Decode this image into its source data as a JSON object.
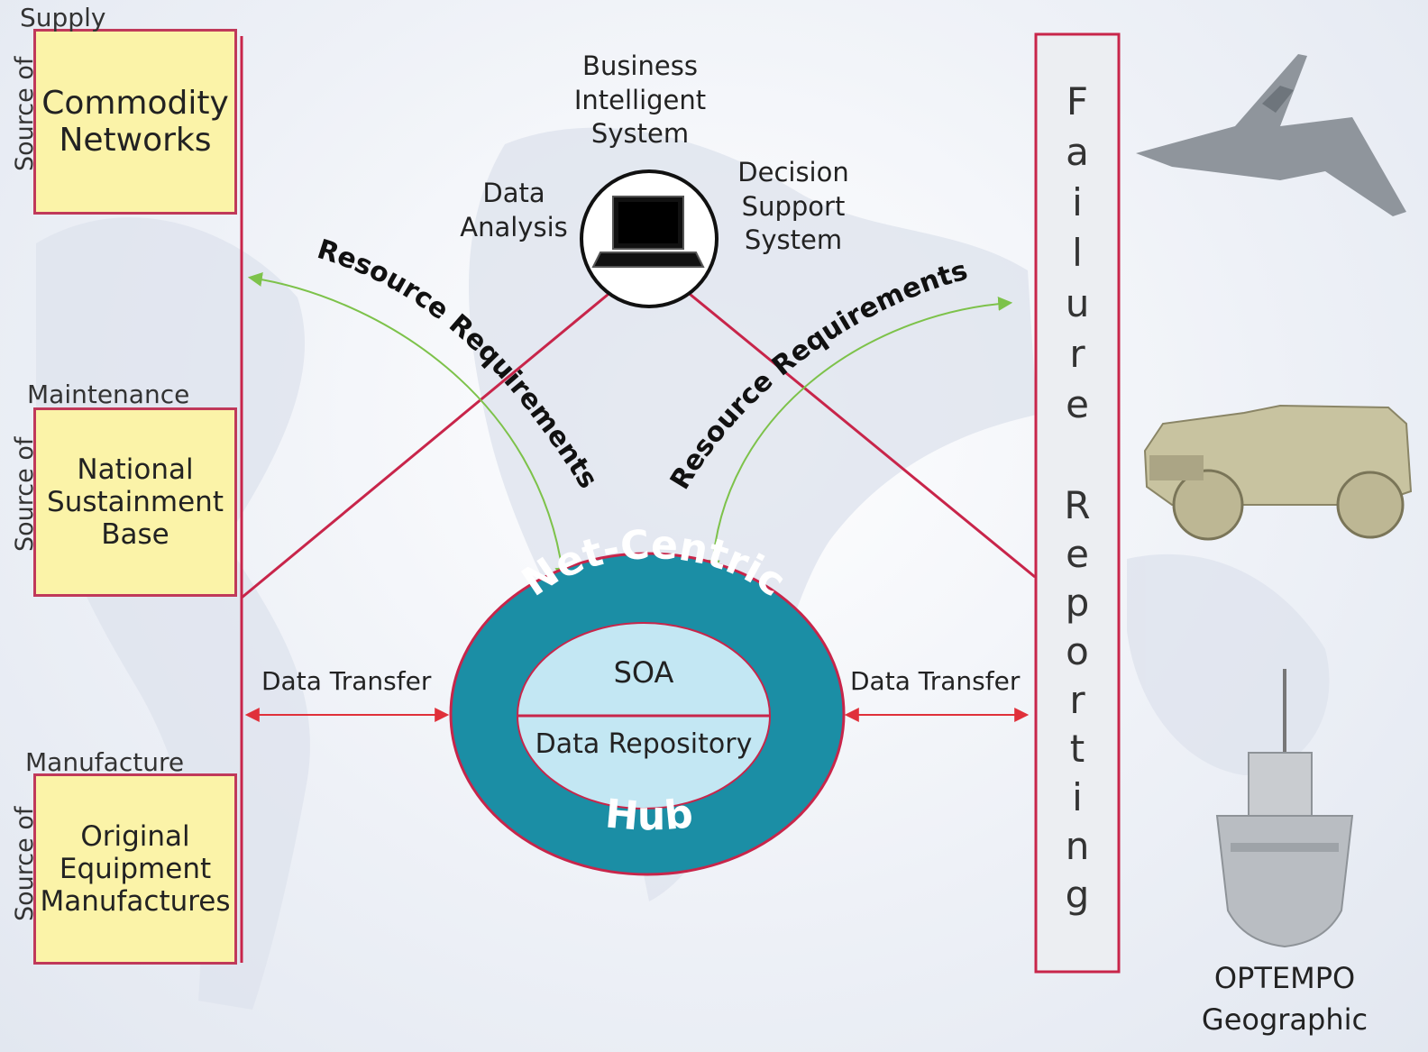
{
  "left_column": {
    "supply": {
      "source_label": "Source of",
      "category": "Supply",
      "box": "Commodity\nNetworks"
    },
    "maintenance": {
      "source_label": "Source of",
      "category": "Maintenance",
      "box": "National\nSustainment\nBase"
    },
    "manufacture": {
      "source_label": "Source of",
      "category": "Manufacture",
      "box": "Original\nEquipment\nManufactures"
    }
  },
  "top": {
    "bis": "Business\nIntelligent\nSystem",
    "data_analysis": "Data\nAnalysis",
    "dss": "Decision\nSupport\nSystem"
  },
  "arcs": {
    "left": "Resource Requirements",
    "right": "Resource Requirements"
  },
  "hub": {
    "top": "Net-Centric",
    "bottom": "Hub",
    "upper": "SOA",
    "lower": "Data Repository"
  },
  "transfers": {
    "left": "Data Transfer",
    "right": "Data Transfer"
  },
  "failure_reporting": {
    "letters1": [
      "F",
      "a",
      "i",
      "l",
      "u",
      "r",
      "e"
    ],
    "letters2": [
      "R",
      "e",
      "p",
      "o",
      "r",
      "t",
      "i",
      "n",
      "g"
    ]
  },
  "bottom_right": {
    "line1": "OPTEMPO",
    "line2": "Geographic"
  },
  "colors": {
    "box_fill": "#fbf3a8",
    "line": "#c8254a",
    "arrow_green": "#7dc24a",
    "hub_teal": "#1b8ea5",
    "hub_inner": "#c3e7f3"
  }
}
